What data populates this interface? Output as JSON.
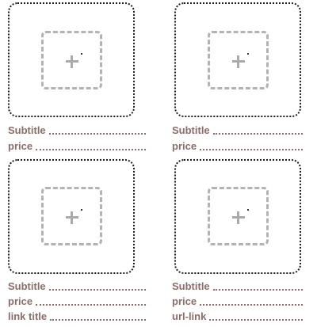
{
  "cards": [
    {
      "add_label": "+",
      "fields": [
        {
          "label": "Subtitle"
        },
        {
          "label": "price"
        }
      ]
    },
    {
      "add_label": "+",
      "fields": [
        {
          "label": "Subtitle"
        },
        {
          "label": "price"
        }
      ]
    },
    {
      "add_label": "+",
      "fields": [
        {
          "label": "Subtitle"
        },
        {
          "label": "price"
        },
        {
          "label": "link title"
        }
      ]
    },
    {
      "add_label": "+",
      "fields": [
        {
          "label": "Subtitle"
        },
        {
          "label": "price"
        },
        {
          "label": "url-link"
        }
      ]
    }
  ],
  "colors": {
    "card_border": "#1a1a1a",
    "placeholder_border": "#b3b3b3",
    "field_text": "#8a6e6a"
  },
  "icons": {
    "add_image": "plus-icon"
  }
}
